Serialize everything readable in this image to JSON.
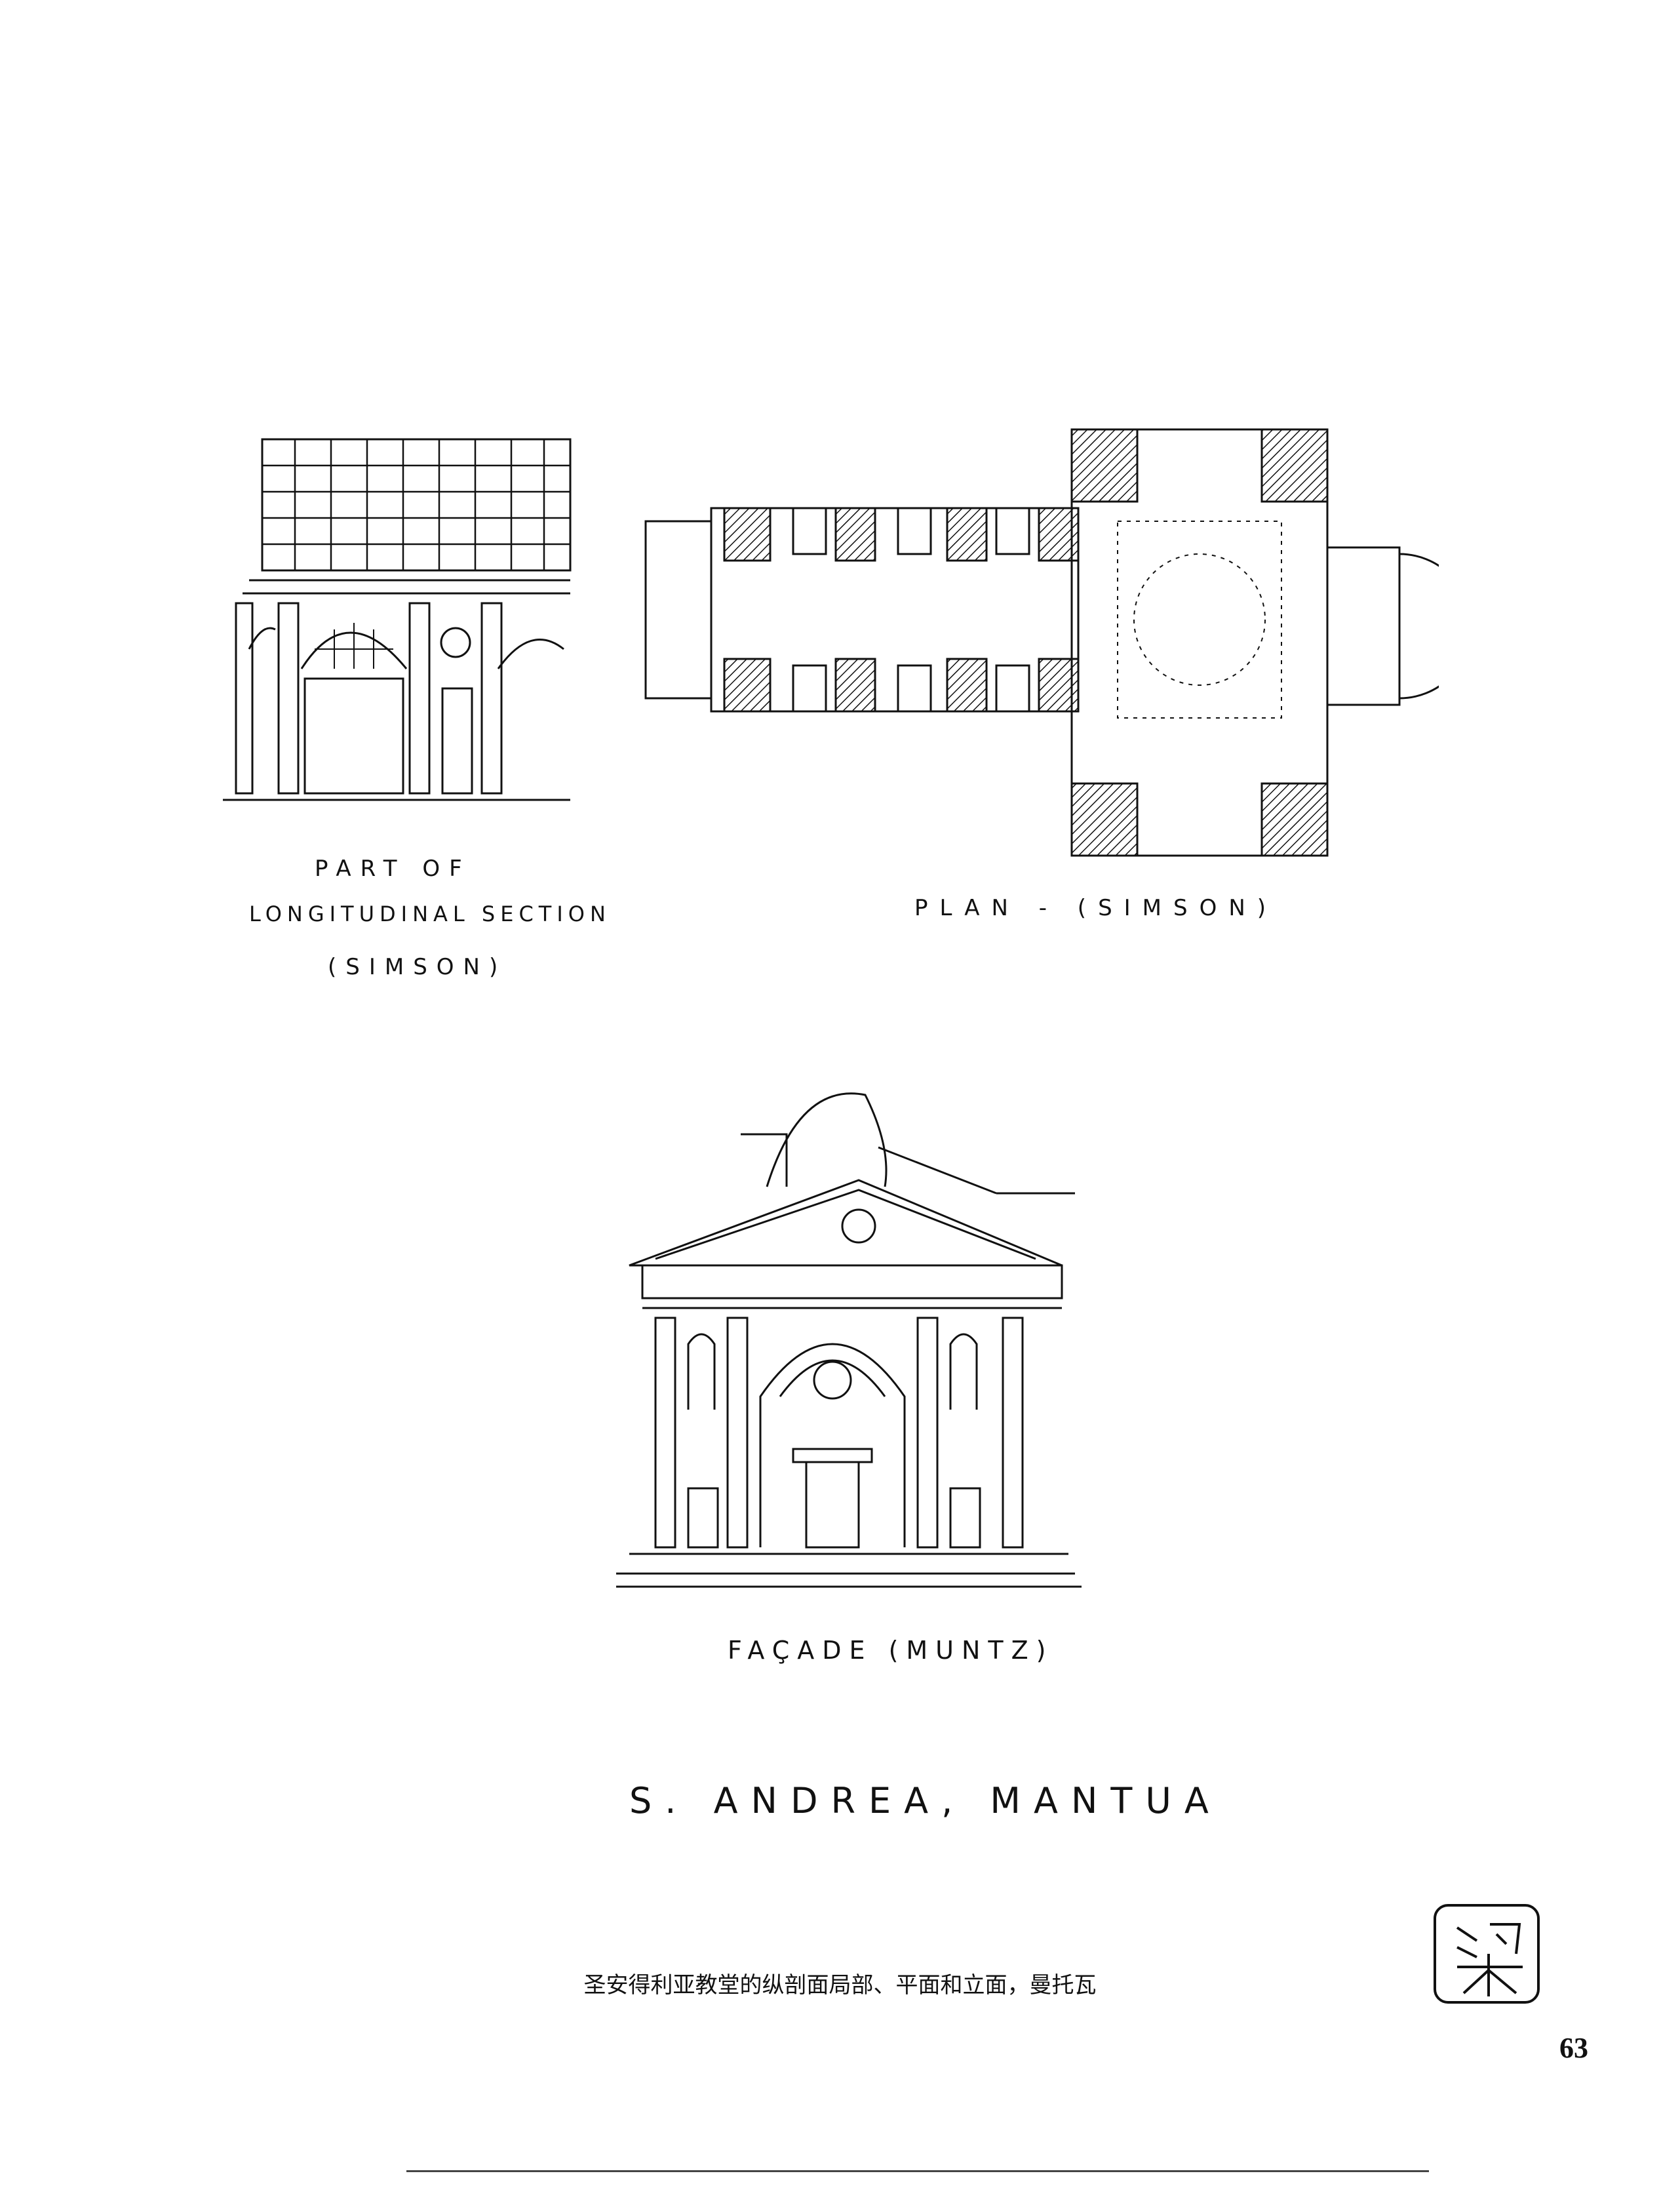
{
  "drawings": {
    "section": {
      "label_line1": "PART OF",
      "label_line2": "LONGITUDINAL SECTION",
      "label_line3": "(SIMSON)"
    },
    "plan": {
      "label": "PLAN - (SIMSON)"
    },
    "facade": {
      "label": "FAÇADE (MUNTZ)"
    }
  },
  "title": "S. ANDREA, MANTUA",
  "caption_cn": "圣安得利亚教堂的纵剖面局部、平面和立面，曼托瓦",
  "page_number": "63",
  "seal_icon": "liang-seal-icon"
}
